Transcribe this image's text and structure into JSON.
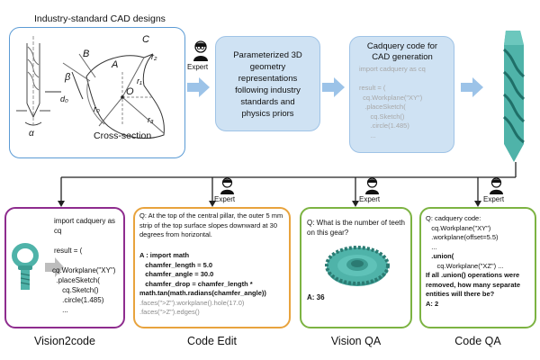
{
  "top": {
    "cad_title": "Industry-standard CAD designs",
    "cad_caption": "Cross-section",
    "drawing_labels": {
      "B": "B",
      "A": "A",
      "C": "C",
      "O": "O",
      "beta": "β",
      "alpha": "α",
      "d0": "d₀",
      "r0": "r₀",
      "r1": "r₁",
      "r2": "r₂",
      "r3": "r₃"
    },
    "param_text": [
      "Parameterized 3D",
      "geometry",
      "representations",
      "following industry",
      "standards and",
      "physics priors"
    ],
    "cq_title": [
      "Cadquery code for",
      "CAD generation"
    ],
    "cq_code": [
      "import cadquery as cq",
      "",
      "result = (",
      "  cq.Workplane(\"XY\")",
      "   .placeSketch(",
      "      cq.Sketch()",
      "      .circle(1.485)",
      "      ..."
    ]
  },
  "expert_label": "Expert",
  "panels": {
    "vision2code": {
      "label": "Vision2code",
      "code": [
        "import cadquery as",
        "cq",
        "",
        "result = (",
        "",
        "cq.Workplane(\"XY\")",
        "  .placeSketch(",
        "     cq.Sketch()",
        "     .circle(1.485)",
        "     ..."
      ]
    },
    "code_edit": {
      "label": "Code Edit",
      "question": "Q: At the top of the central pillar, the outer 5 mm strip of the top surface slopes downward at 30 degrees from horizontal.",
      "answer_lines": [
        {
          "text": "A : import math",
          "bold": true
        },
        {
          "text": "   chamfer_length = 5.0",
          "bold": true
        },
        {
          "text": "   chamfer_angle = 30.0",
          "bold": true
        },
        {
          "text": "   chamfer_drop = chamfer_length *",
          "bold": true
        },
        {
          "text": "math.tan(math.radians(chamfer_angle))",
          "bold": true
        },
        {
          "text": ".faces(\">Z\").workplane().hole(17.0)",
          "bold": false
        },
        {
          "text": ".faces(\">Z\").edges()",
          "bold": false
        }
      ]
    },
    "vision_qa": {
      "label": "Vision QA",
      "question": "Q: What is the number of teeth on this gear?",
      "answer": "A: 36"
    },
    "code_qa": {
      "label": "Code QA",
      "lines": [
        {
          "text": "Q: cadquery code:",
          "bold": false
        },
        {
          "text": "   cq.Workplane(\"XY\")",
          "bold": false
        },
        {
          "text": "   .workplane(offset=5.5)",
          "bold": false
        },
        {
          "text": "   ...",
          "bold": false
        },
        {
          "text": "   .union(",
          "bold": false
        },
        {
          "text": "      cq.Workplane(\"XZ\") ...",
          "bold": false
        },
        {
          "text": "If all .union() operations were",
          "bold": true
        },
        {
          "text": "removed, how many separate",
          "bold": true
        },
        {
          "text": "entities will there be?",
          "bold": true
        },
        {
          "text": "A: 2",
          "bold": true
        }
      ]
    }
  },
  "colors": {
    "blue_border": "#5b9bd5",
    "light_blue_fill": "#cfe2f3",
    "purple": "#8e2c8e",
    "orange": "#e8a33d",
    "green": "#7cb342",
    "teal_model": "#4fb3a9"
  }
}
